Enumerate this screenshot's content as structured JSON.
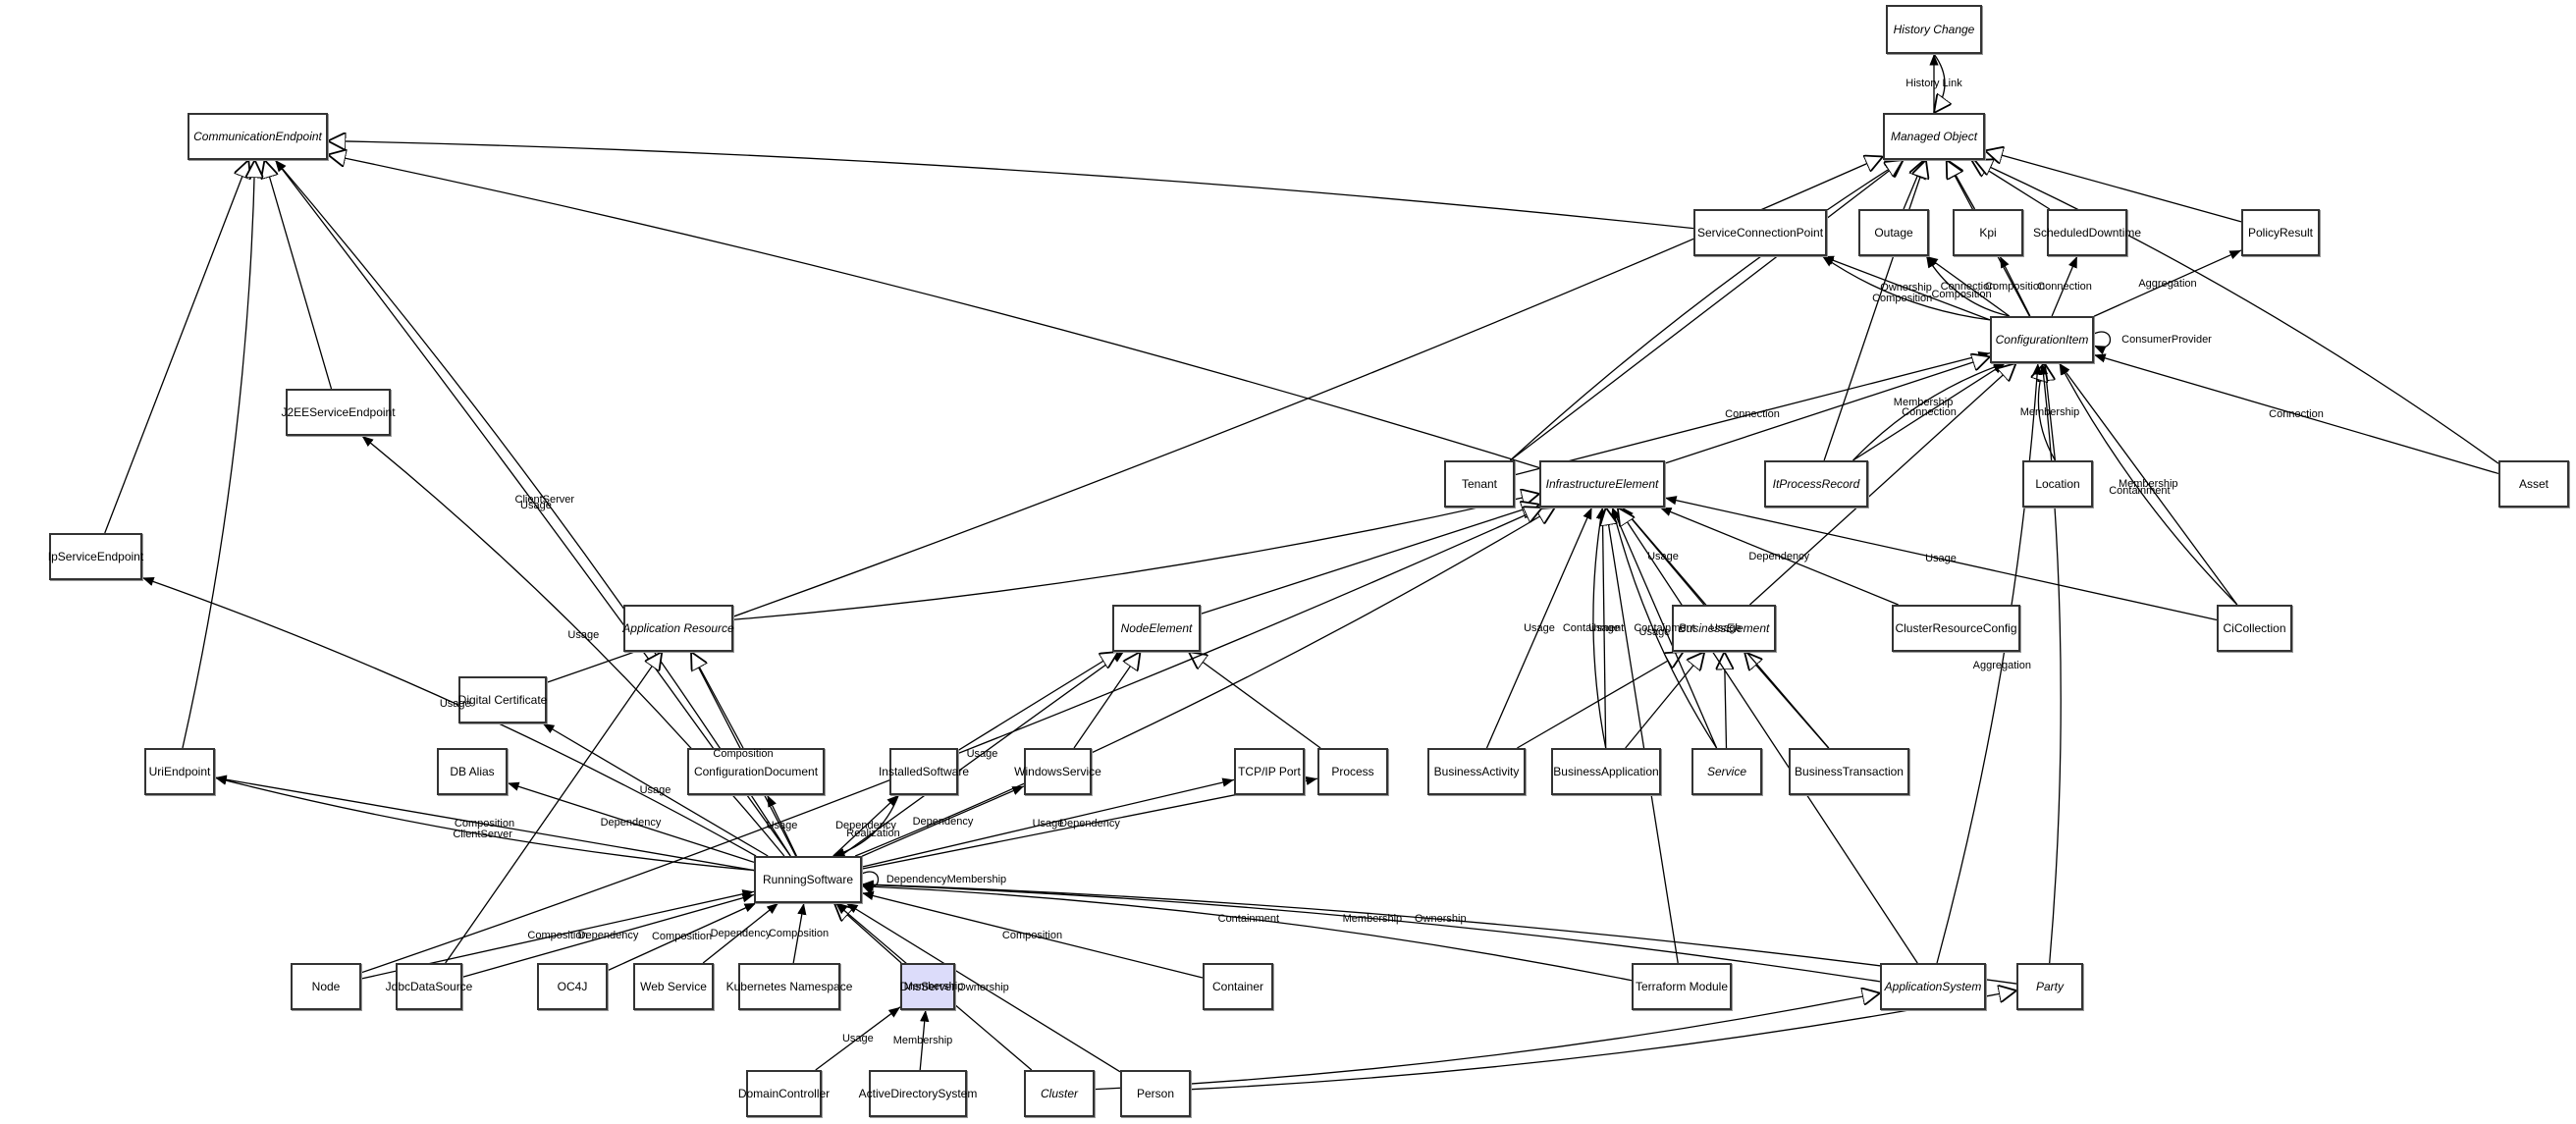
{
  "diagram": {
    "title": "Class relationship diagram",
    "selected_node": "DnsServer",
    "selected_color": "#dcdcfa",
    "nodes": [
      {
        "id": "HistoryChange",
        "label": "History Change",
        "abstract": true
      },
      {
        "id": "ManagedObject",
        "label": "Managed Object",
        "abstract": true
      },
      {
        "id": "CommunicationEndpoint",
        "label": "CommunicationEndpoint",
        "abstract": true
      },
      {
        "id": "ServiceConnectionPoint",
        "label": "ServiceConnectionPoint",
        "abstract": false
      },
      {
        "id": "Outage",
        "label": "Outage",
        "abstract": false
      },
      {
        "id": "Kpi",
        "label": "Kpi",
        "abstract": false
      },
      {
        "id": "ScheduledDowntime",
        "label": "ScheduledDowntime",
        "abstract": false
      },
      {
        "id": "PolicyResult",
        "label": "PolicyResult",
        "abstract": false
      },
      {
        "id": "ConfigurationItem",
        "label": "ConfigurationItem",
        "abstract": true
      },
      {
        "id": "J2EEServiceEndpoint",
        "label": "J2EEServiceEndpoint",
        "abstract": false
      },
      {
        "id": "Tenant",
        "label": "Tenant",
        "abstract": false
      },
      {
        "id": "InfrastructureElement",
        "label": "InfrastructureElement",
        "abstract": true
      },
      {
        "id": "ItProcessRecord",
        "label": "ItProcessRecord",
        "abstract": true
      },
      {
        "id": "Location",
        "label": "Location",
        "abstract": false
      },
      {
        "id": "Asset",
        "label": "Asset",
        "abstract": false
      },
      {
        "id": "IpServiceEndpoint",
        "label": "IpServiceEndpoint",
        "abstract": false
      },
      {
        "id": "ApplicationResource",
        "label": "Application Resource",
        "abstract": true
      },
      {
        "id": "NodeElement",
        "label": "NodeElement",
        "abstract": true
      },
      {
        "id": "BusinessElement",
        "label": "BusinessElement",
        "abstract": true
      },
      {
        "id": "ClusterResourceConfig",
        "label": "ClusterResourceConfig",
        "abstract": false
      },
      {
        "id": "CiCollection",
        "label": "CiCollection",
        "abstract": false
      },
      {
        "id": "DigitalCertificate",
        "label": "Digital Certificate",
        "abstract": false
      },
      {
        "id": "UriEndpoint",
        "label": "UriEndpoint",
        "abstract": false
      },
      {
        "id": "DBAlias",
        "label": "DB Alias",
        "abstract": false
      },
      {
        "id": "ConfigurationDocument",
        "label": "ConfigurationDocument",
        "abstract": false
      },
      {
        "id": "InstalledSoftware",
        "label": "InstalledSoftware",
        "abstract": false
      },
      {
        "id": "WindowsService",
        "label": "WindowsService",
        "abstract": false
      },
      {
        "id": "TCPIPPort",
        "label": "TCP/IP Port",
        "abstract": false
      },
      {
        "id": "Process",
        "label": "Process",
        "abstract": false
      },
      {
        "id": "BusinessActivity",
        "label": "BusinessActivity",
        "abstract": false
      },
      {
        "id": "BusinessApplication",
        "label": "BusinessApplication",
        "abstract": false
      },
      {
        "id": "Service",
        "label": "Service",
        "abstract": true
      },
      {
        "id": "BusinessTransaction",
        "label": "BusinessTransaction",
        "abstract": false
      },
      {
        "id": "RunningSoftware",
        "label": "RunningSoftware",
        "abstract": false
      },
      {
        "id": "Node",
        "label": "Node",
        "abstract": false
      },
      {
        "id": "JdbcDataSource",
        "label": "JdbcDataSource",
        "abstract": false
      },
      {
        "id": "OC4J",
        "label": "OC4J",
        "abstract": false
      },
      {
        "id": "WebService",
        "label": "Web Service",
        "abstract": false
      },
      {
        "id": "KubernetesNamespace",
        "label": "Kubernetes Namespace",
        "abstract": false
      },
      {
        "id": "DnsServer",
        "label": "DnsServer",
        "abstract": false
      },
      {
        "id": "Container",
        "label": "Container",
        "abstract": false
      },
      {
        "id": "TerraformModule",
        "label": "Terraform Module",
        "abstract": false
      },
      {
        "id": "ApplicationSystem",
        "label": "ApplicationSystem",
        "abstract": true
      },
      {
        "id": "Party",
        "label": "Party",
        "abstract": true
      },
      {
        "id": "DomainController",
        "label": "DomainController",
        "abstract": false
      },
      {
        "id": "ActiveDirectorySystem",
        "label": "ActiveDirectorySystem",
        "abstract": false
      },
      {
        "id": "Cluster",
        "label": "Cluster",
        "abstract": true
      },
      {
        "id": "Person",
        "label": "Person",
        "abstract": false
      }
    ],
    "edges": [
      {
        "from": "ManagedObject",
        "to": "HistoryChange",
        "kind": "association",
        "label": "History Link"
      },
      {
        "from": "HistoryChange",
        "to": "ManagedObject",
        "kind": "inheritance",
        "label": ""
      },
      {
        "from": "Outage",
        "to": "ManagedObject",
        "kind": "inheritance",
        "label": ""
      },
      {
        "from": "Kpi",
        "to": "ManagedObject",
        "kind": "inheritance",
        "label": ""
      },
      {
        "from": "ScheduledDowntime",
        "to": "ManagedObject",
        "kind": "inheritance",
        "label": ""
      },
      {
        "from": "PolicyResult",
        "to": "ManagedObject",
        "kind": "inheritance",
        "label": ""
      },
      {
        "from": "Asset",
        "to": "ManagedObject",
        "kind": "inheritance",
        "label": ""
      },
      {
        "from": "ConfigurationItem",
        "to": "ManagedObject",
        "kind": "inheritance",
        "label": ""
      },
      {
        "from": "Tenant",
        "to": "ManagedObject",
        "kind": "inheritance",
        "label": ""
      },
      {
        "from": "Tenant",
        "to": "ManagedObject",
        "kind": "inheritance",
        "label": ""
      },
      {
        "from": "ItProcessRecord",
        "to": "ManagedObject",
        "kind": "inheritance",
        "label": ""
      },
      {
        "from": "DigitalCertificate",
        "to": "ManagedObject",
        "kind": "inheritance",
        "label": ""
      },
      {
        "from": "ServiceConnectionPoint",
        "to": "CommunicationEndpoint",
        "kind": "inheritance",
        "label": ""
      },
      {
        "from": "InfrastructureElement",
        "to": "CommunicationEndpoint",
        "kind": "inheritance",
        "label": ""
      },
      {
        "from": "ConfigurationItem",
        "to": "ServiceConnectionPoint",
        "kind": "association",
        "label": "Ownership"
      },
      {
        "from": "ConfigurationItem",
        "to": "ServiceConnectionPoint",
        "kind": "association",
        "label": "Composition"
      },
      {
        "from": "ConfigurationItem",
        "to": "Outage",
        "kind": "association",
        "label": "Connection"
      },
      {
        "from": "ConfigurationItem",
        "to": "Outage",
        "kind": "association",
        "label": "Composition"
      },
      {
        "from": "ConfigurationItem",
        "to": "Kpi",
        "kind": "association",
        "label": "Composition"
      },
      {
        "from": "ConfigurationItem",
        "to": "ScheduledDowntime",
        "kind": "association",
        "label": "Connection"
      },
      {
        "from": "ConfigurationItem",
        "to": "PolicyResult",
        "kind": "association",
        "label": "Aggregation"
      },
      {
        "from": "ConfigurationItem",
        "to": "ConfigurationItem",
        "kind": "self",
        "label": "ConsumerProvider"
      },
      {
        "from": "Tenant",
        "to": "ConfigurationItem",
        "kind": "association",
        "label": "Connection"
      },
      {
        "from": "InfrastructureElement",
        "to": "ConfigurationItem",
        "kind": "inheritance",
        "label": ""
      },
      {
        "from": "ItProcessRecord",
        "to": "ConfigurationItem",
        "kind": "association",
        "label": "Connection"
      },
      {
        "from": "ItProcessRecord",
        "to": "ConfigurationItem",
        "kind": "association",
        "label": "Membership"
      },
      {
        "from": "Location",
        "to": "ConfigurationItem",
        "kind": "inheritance",
        "label": "Membership"
      },
      {
        "from": "Location",
        "to": "ConfigurationItem",
        "kind": "inheritance",
        "label": ""
      },
      {
        "from": "CiCollection",
        "to": "ConfigurationItem",
        "kind": "association",
        "label": "Membership"
      },
      {
        "from": "CiCollection",
        "to": "ConfigurationItem",
        "kind": "association",
        "label": "Containment"
      },
      {
        "from": "Asset",
        "to": "ConfigurationItem",
        "kind": "association",
        "label": "Connection"
      },
      {
        "from": "BusinessElement",
        "to": "ConfigurationItem",
        "kind": "inheritance",
        "label": ""
      },
      {
        "from": "ApplicationSystem",
        "to": "ConfigurationItem",
        "kind": "association",
        "label": "Aggregation"
      },
      {
        "from": "Party",
        "to": "ConfigurationItem",
        "kind": "association",
        "label": ""
      },
      {
        "from": "J2EEServiceEndpoint",
        "to": "CommunicationEndpoint",
        "kind": "inheritance",
        "label": ""
      },
      {
        "from": "IpServiceEndpoint",
        "to": "CommunicationEndpoint",
        "kind": "inheritance",
        "label": ""
      },
      {
        "from": "UriEndpoint",
        "to": "CommunicationEndpoint",
        "kind": "inheritance",
        "label": ""
      },
      {
        "from": "RunningSoftware",
        "to": "CommunicationEndpoint",
        "kind": "association",
        "label": "ClientServer"
      },
      {
        "from": "RunningSoftware",
        "to": "CommunicationEndpoint",
        "kind": "association",
        "label": "Usage"
      },
      {
        "from": "RunningSoftware",
        "to": "J2EEServiceEndpoint",
        "kind": "association",
        "label": "Usage"
      },
      {
        "from": "RunningSoftware",
        "to": "IpServiceEndpoint",
        "kind": "association",
        "label": "Usage"
      },
      {
        "from": "RunningSoftware",
        "to": "UriEndpoint",
        "kind": "association",
        "label": "Composition"
      },
      {
        "from": "RunningSoftware",
        "to": "UriEndpoint",
        "kind": "association",
        "label": "ClientServer"
      },
      {
        "from": "RunningSoftware",
        "to": "DBAlias",
        "kind": "association",
        "label": "Dependency"
      },
      {
        "from": "RunningSoftware",
        "to": "DigitalCertificate",
        "kind": "association",
        "label": "Usage"
      },
      {
        "from": "RunningSoftware",
        "to": "ApplicationResource",
        "kind": "association",
        "label": "Composition"
      },
      {
        "from": "RunningSoftware",
        "to": "ConfigurationDocument",
        "kind": "association",
        "label": "Usage"
      },
      {
        "from": "RunningSoftware",
        "to": "InstalledSoftware",
        "kind": "association",
        "label": "Dependency"
      },
      {
        "from": "InstalledSoftware",
        "to": "RunningSoftware",
        "kind": "association",
        "label": "Realization"
      },
      {
        "from": "RunningSoftware",
        "to": "WindowsService",
        "kind": "association",
        "label": "Dependency"
      },
      {
        "from": "RunningSoftware",
        "to": "NodeElement",
        "kind": "association",
        "label": "Usage"
      },
      {
        "from": "RunningSoftware",
        "to": "TCPIPPort",
        "kind": "association",
        "label": "Usage"
      },
      {
        "from": "RunningSoftware",
        "to": "Process",
        "kind": "association",
        "label": "Dependency"
      },
      {
        "from": "RunningSoftware",
        "to": "RunningSoftware",
        "kind": "self",
        "label": "DependencyMembership"
      },
      {
        "from": "RunningSoftware",
        "to": "InfrastructureElement",
        "kind": "inheritance",
        "label": ""
      },
      {
        "from": "ConfigurationDocument",
        "to": "ApplicationResource",
        "kind": "inheritance",
        "label": ""
      },
      {
        "from": "JdbcDataSource",
        "to": "ApplicationResource",
        "kind": "inheritance",
        "label": ""
      },
      {
        "from": "ApplicationResource",
        "to": "InfrastructureElement",
        "kind": "inheritance",
        "label": ""
      },
      {
        "from": "InstalledSoftware",
        "to": "NodeElement",
        "kind": "inheritance",
        "label": ""
      },
      {
        "from": "WindowsService",
        "to": "NodeElement",
        "kind": "inheritance",
        "label": ""
      },
      {
        "from": "Process",
        "to": "NodeElement",
        "kind": "inheritance",
        "label": ""
      },
      {
        "from": "NodeElement",
        "to": "InfrastructureElement",
        "kind": "inheritance",
        "label": ""
      },
      {
        "from": "Node",
        "to": "InfrastructureElement",
        "kind": "inheritance",
        "label": ""
      },
      {
        "from": "BusinessActivity",
        "to": "BusinessElement",
        "kind": "inheritance",
        "label": ""
      },
      {
        "from": "BusinessApplication",
        "to": "BusinessElement",
        "kind": "inheritance",
        "label": ""
      },
      {
        "from": "Service",
        "to": "BusinessElement",
        "kind": "inheritance",
        "label": ""
      },
      {
        "from": "BusinessTransaction",
        "to": "BusinessElement",
        "kind": "inheritance",
        "label": ""
      },
      {
        "from": "BusinessActivity",
        "to": "InfrastructureElement",
        "kind": "association",
        "label": "Usage"
      },
      {
        "from": "BusinessApplication",
        "to": "InfrastructureElement",
        "kind": "association",
        "label": "Usage"
      },
      {
        "from": "BusinessApplication",
        "to": "InfrastructureElement",
        "kind": "association",
        "label": "Containment"
      },
      {
        "from": "Service",
        "to": "InfrastructureElement",
        "kind": "association",
        "label": "Containment"
      },
      {
        "from": "Service",
        "to": "InfrastructureElement",
        "kind": "association",
        "label": "Usage"
      },
      {
        "from": "BusinessElement",
        "to": "InfrastructureElement",
        "kind": "association",
        "label": "Usage"
      },
      {
        "from": "BusinessTransaction",
        "to": "InfrastructureElement",
        "kind": "association",
        "label": "Usage"
      },
      {
        "from": "ClusterResourceConfig",
        "to": "InfrastructureElement",
        "kind": "association",
        "label": "Dependency"
      },
      {
        "from": "CiCollection",
        "to": "InfrastructureElement",
        "kind": "association",
        "label": "Usage"
      },
      {
        "from": "TerraformModule",
        "to": "InfrastructureElement",
        "kind": "inheritance",
        "label": ""
      },
      {
        "from": "ApplicationSystem",
        "to": "InfrastructureElement",
        "kind": "inheritance",
        "label": ""
      },
      {
        "from": "Node",
        "to": "RunningSoftware",
        "kind": "association",
        "label": "Composition"
      },
      {
        "from": "JdbcDataSource",
        "to": "RunningSoftware",
        "kind": "association",
        "label": "Dependency"
      },
      {
        "from": "OC4J",
        "to": "RunningSoftware",
        "kind": "association",
        "label": "Composition"
      },
      {
        "from": "WebService",
        "to": "RunningSoftware",
        "kind": "association",
        "label": "Dependency"
      },
      {
        "from": "KubernetesNamespace",
        "to": "RunningSoftware",
        "kind": "association",
        "label": "Composition"
      },
      {
        "from": "DnsServer",
        "to": "RunningSoftware",
        "kind": "inheritance",
        "label": ""
      },
      {
        "from": "Cluster",
        "to": "RunningSoftware",
        "kind": "association",
        "label": "Membership"
      },
      {
        "from": "Person",
        "to": "RunningSoftware",
        "kind": "association",
        "label": "Ownership"
      },
      {
        "from": "Container",
        "to": "RunningSoftware",
        "kind": "association",
        "label": "Composition"
      },
      {
        "from": "TerraformModule",
        "to": "RunningSoftware",
        "kind": "association",
        "label": "Containment"
      },
      {
        "from": "ApplicationSystem",
        "to": "RunningSoftware",
        "kind": "association",
        "label": "Membership"
      },
      {
        "from": "Party",
        "to": "RunningSoftware",
        "kind": "association",
        "label": "Ownership"
      },
      {
        "from": "DomainController",
        "to": "DnsServer",
        "kind": "association",
        "label": "Usage"
      },
      {
        "from": "ActiveDirectorySystem",
        "to": "DnsServer",
        "kind": "association",
        "label": "Membership"
      },
      {
        "from": "Cluster",
        "to": "ApplicationSystem",
        "kind": "inheritance",
        "label": ""
      },
      {
        "from": "Person",
        "to": "Party",
        "kind": "inheritance",
        "label": ""
      }
    ]
  }
}
